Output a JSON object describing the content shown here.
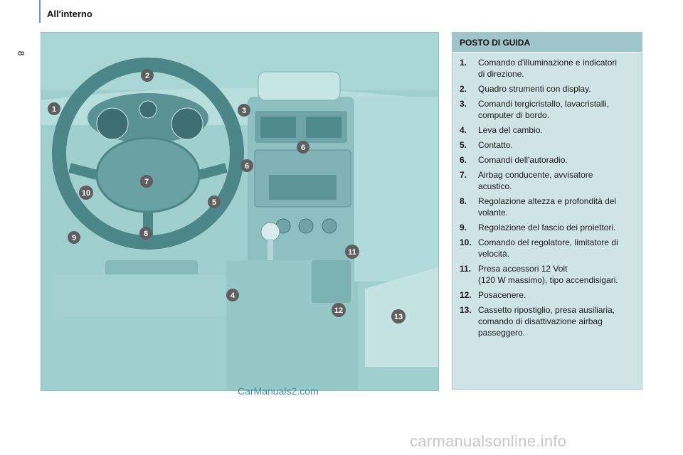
{
  "header": {
    "title": "All'interno",
    "page_number": "8"
  },
  "illustration": {
    "callouts": [
      "1",
      "2",
      "3",
      "4",
      "5",
      "6",
      "7",
      "8",
      "9",
      "10",
      "11",
      "12",
      "13"
    ]
  },
  "panel": {
    "heading": "POSTO DI GUIDA",
    "items": [
      {
        "num": "1.",
        "text": "Comando d'illuminazione e indicatori\ndi direzione."
      },
      {
        "num": "2.",
        "text": "Quadro strumenti con display."
      },
      {
        "num": "3.",
        "text": "Comandi tergicristallo, lavacristalli,\ncomputer di bordo."
      },
      {
        "num": "4.",
        "text": "Leva del cambio."
      },
      {
        "num": "5.",
        "text": "Contatto."
      },
      {
        "num": "6.",
        "text": "Comandi dell'autoradio."
      },
      {
        "num": "7.",
        "text": "Airbag conducente, avvisatore\nacustico."
      },
      {
        "num": "8.",
        "text": "Regolazione altezza e profondità del\nvolante."
      },
      {
        "num": "9.",
        "text": "Regolazione del fascio dei proiettori."
      },
      {
        "num": "10.",
        "text": "Comando del regolatore, limitatore di\nvelocità."
      },
      {
        "num": "11.",
        "text": "Presa accessori 12 Volt\n(120 W massimo), tipo accendisigari."
      },
      {
        "num": "12.",
        "text": "Posacenere."
      },
      {
        "num": "13.",
        "text": "Cassetto ripostiglio, presa ausiliaria,\ncomando di disattivazione airbag\npasseggero."
      }
    ]
  },
  "watermarks": {
    "inline": "CarManuals2.com",
    "footer": "carmanualsonline.info"
  },
  "colors": {
    "illustration_bg": "#a9d7d6",
    "panel_bg": "#cfe4e5",
    "panel_head_bg": "#9ec5c9"
  }
}
